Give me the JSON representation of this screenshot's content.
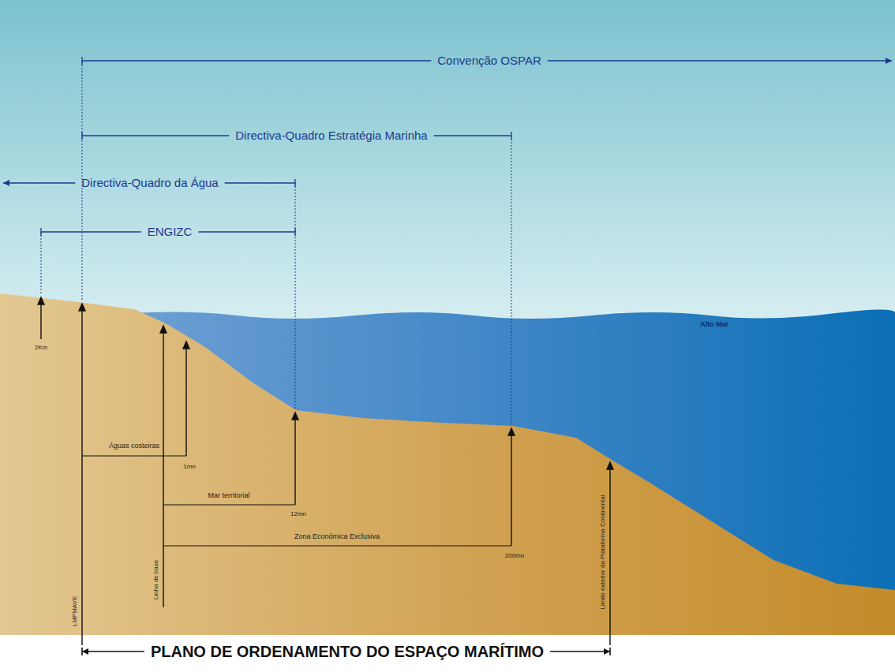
{
  "diagram": {
    "labels": [
      "Convenção OSPAR",
      "Directiva-Quadro Estratégia Marinha",
      "Directiva-Quadro da Água",
      "ENGIZC",
      "2Km",
      "Águas costeiras",
      "1mn",
      "Mar territorial",
      "12mn",
      "Zona Económica Exclusiva",
      "200mn",
      "Alto Mar",
      "LMPMAVE",
      "Linha de base",
      "Limite exterior da Plataforma Continental",
      "PLANO DE ORDENAMENTO DO ESPAÇO MARÍTIMO"
    ]
  }
}
